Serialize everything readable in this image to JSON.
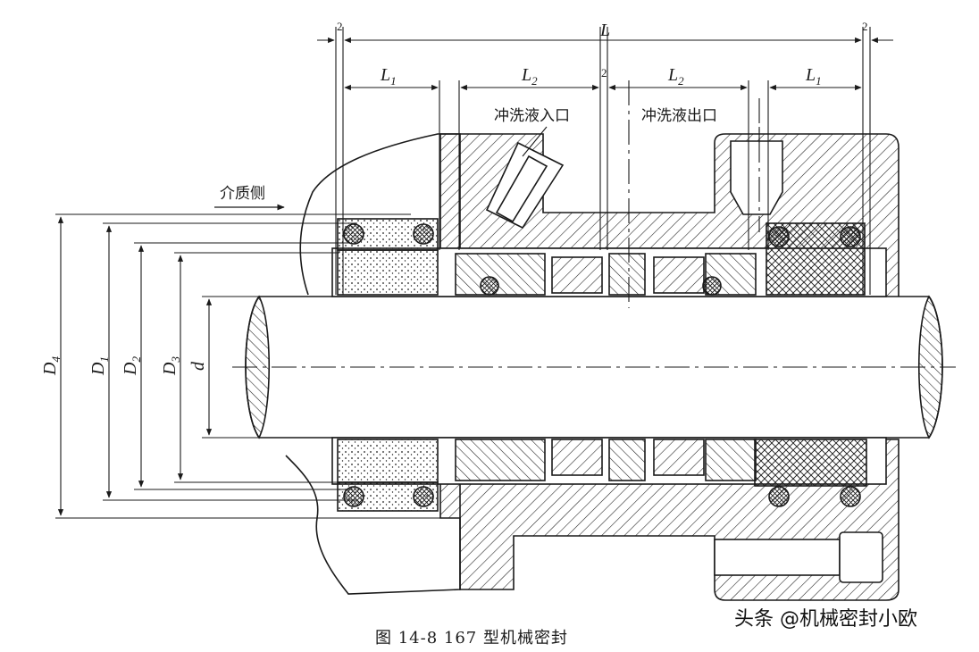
{
  "dimensions": {
    "overall": "L",
    "clearance_left": "2",
    "clearance_mid": "2",
    "clearance_right": "2",
    "L1_left": "L",
    "L1_left_sub": "1",
    "L2_left": "L",
    "L2_left_sub": "2",
    "L2_right": "L",
    "L2_right_sub": "2",
    "L1_right": "L",
    "L1_right_sub": "1"
  },
  "diameters": {
    "D4": "D",
    "D4_sub": "4",
    "D1": "D",
    "D1_sub": "1",
    "D2": "D",
    "D2_sub": "2",
    "D3": "D",
    "D3_sub": "3",
    "d": "d"
  },
  "labels": {
    "flush_inlet": "冲洗液入口",
    "flush_outlet": "冲洗液出口",
    "medium_side": "介质侧"
  },
  "caption": "图 14-8   167 型机械密封",
  "watermark": "头条 @机械密封小欧",
  "colors": {
    "line": "#1a1a1a",
    "fill": "#ffffff"
  }
}
